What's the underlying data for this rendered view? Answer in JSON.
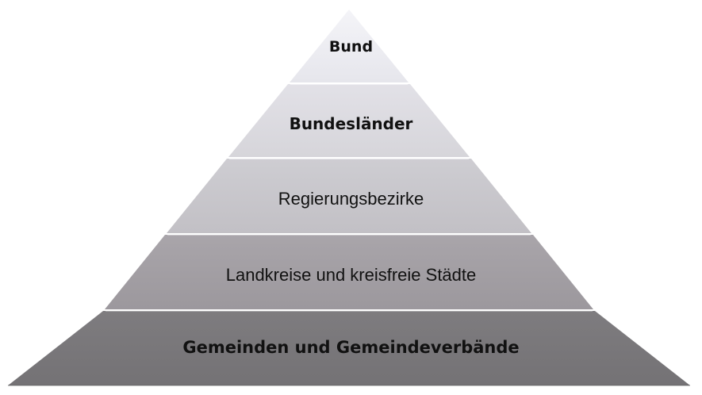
{
  "diagram": {
    "type": "pyramid",
    "layers": [
      {
        "label": "Bund",
        "bold": true,
        "color": "#ebebf0"
      },
      {
        "label": "Bundesländer",
        "bold": true,
        "color": "#dcdbe0"
      },
      {
        "label": "Regierungsbezirke",
        "bold": false,
        "color": "#c8c6cb"
      },
      {
        "label": "Landkreise und kreisfreie Städte",
        "bold": false,
        "color": "#a29ea3"
      },
      {
        "label": "Gemeinden und Gemeindeverbände",
        "bold": true,
        "color": "#7a787b"
      }
    ]
  }
}
